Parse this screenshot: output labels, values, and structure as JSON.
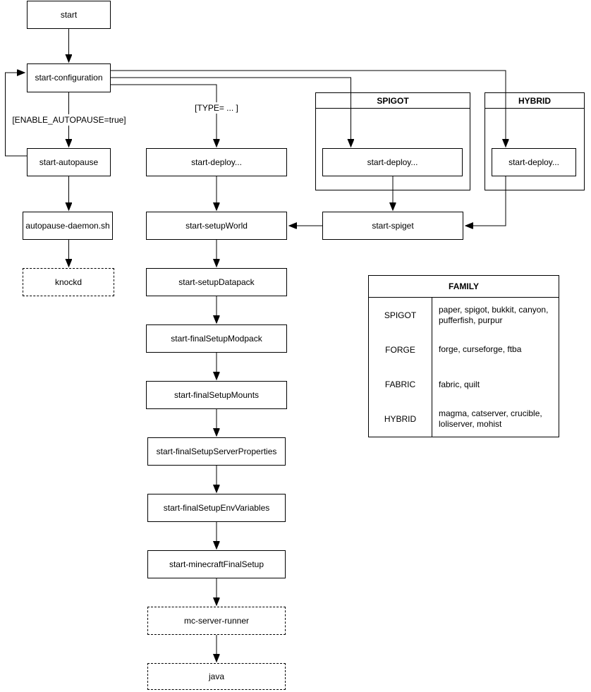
{
  "diagram": {
    "colors": {
      "stroke": "#000000",
      "background": "#ffffff",
      "text": "#000000"
    },
    "nodes": {
      "start": "start",
      "configuration": "start-configuration",
      "autopause": "start-autopause",
      "autopause_daemon": "autopause-daemon.sh",
      "knockd": "knockd",
      "deploy_main": "start-deploy...",
      "deploy_spigot": "start-deploy...",
      "deploy_hybrid": "start-deploy...",
      "spiget": "start-spiget",
      "setup_world": "start-setupWorld",
      "setup_datapack": "start-setupDatapack",
      "final_setup_modpack": "start-finalSetupModpack",
      "final_setup_mounts": "start-finalSetupMounts",
      "final_setup_server_properties": "start-finalSetupServerProperties",
      "final_setup_env_variables": "start-finalSetupEnvVariables",
      "minecraft_final_setup": "start-minecraftFinalSetup",
      "mc_server_runner": "mc-server-runner",
      "java": "java"
    },
    "containers": {
      "spigot": "SPIGOT",
      "hybrid": "HYBRID"
    },
    "edge_labels": {
      "enable_autopause": "[ENABLE_AUTOPAUSE=true]",
      "type": "[TYPE= ... ]"
    }
  },
  "family_table": {
    "title": "FAMILY",
    "rows": [
      {
        "family": "SPIGOT",
        "members": "paper, spigot, bukkit, canyon, pufferfish, purpur"
      },
      {
        "family": "FORGE",
        "members": "forge, curseforge, ftba"
      },
      {
        "family": "FABRIC",
        "members": "fabric, quilt"
      },
      {
        "family": "HYBRID",
        "members": "magma, catserver, crucible, loliserver, mohist"
      }
    ]
  }
}
